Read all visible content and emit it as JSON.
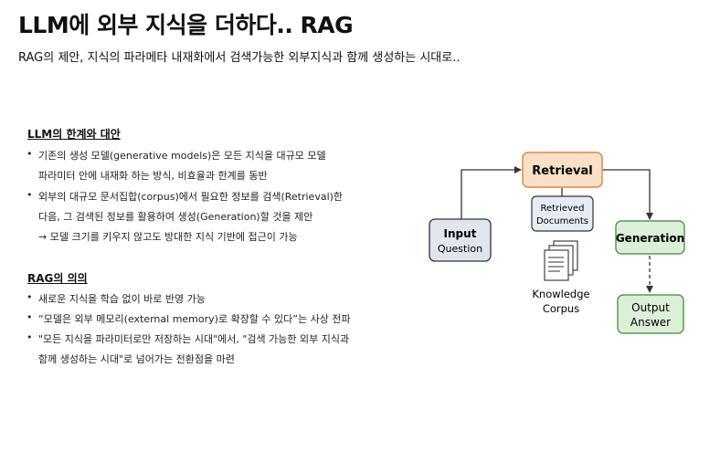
{
  "title": "LLM에 외부 지식을 더하다.. RAG",
  "subtitle": "RAG의 제안, 지식의 파라메타 내재화에서 검색가능한 외부지식과 함께 생성하는 시대로..",
  "section1": {
    "heading": "LLM의 한계와 대안",
    "b1_line1": "기존의 생성 모델(generative models)은 모든 지식을 대규모 모델",
    "b1_line2": "파라미터 안에 내재화 하는 방식, 비효율과 한계를 동반",
    "b2_line1": "외부의 대규모 문서집합(corpus)에서 필요한 정보를 검색(Retrieval)한",
    "b2_line2": "다음, 그 검색된 정보를 활용하여 생성(Generation)할 것을 제안",
    "b2_line3": "→ 모델 크기를 키우지 않고도 방대한 지식 기반에 접근이 가능"
  },
  "section2": {
    "heading": "RAG의 의의",
    "b1": "새로운 지식을 학습 없이 바로 반영 가능",
    "b2": "“모델은 외부 메모리(external memory)로 확장할 수 있다”는 사상 전파",
    "b3_line1": "\"모든 지식을 파라미터로만 저장하는 시대\"에서, \"검색 가능한 외부 지식과",
    "b3_line2": "함께 생성하는 시대\"로 넘어가는 전환점을 마련"
  },
  "diagram": {
    "input_l1": "Input",
    "input_l2": "Question",
    "retrieval": "Retrieval",
    "retrieved_l1": "Retrieved",
    "retrieved_l2": "Documents",
    "corpus_l1": "Knowledge",
    "corpus_l2": "Corpus",
    "generation": "Generation",
    "output_l1": "Output",
    "output_l2": "Answer"
  },
  "colors": {
    "input_fill": "#dfe6ee",
    "retrieval_fill": "#fbe0c6",
    "retrieval_stroke": "#d98a4e",
    "retrieved_fill": "#e6ecf3",
    "generation_fill": "#dcefd8",
    "output_fill": "#dcefd8",
    "green_stroke": "#5a9a55",
    "dark_stroke": "#333333"
  }
}
